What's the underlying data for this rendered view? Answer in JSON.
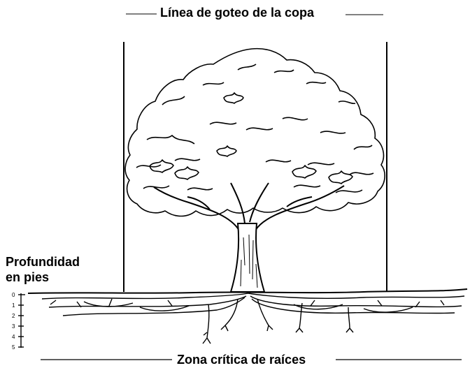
{
  "labels": {
    "drip_line": "Línea de goteo de la copa",
    "depth_line1": "Profundidad",
    "depth_line2": "en pies",
    "root_zone": "Zona crítica de raíces"
  },
  "depth_scale": [
    "0",
    "1",
    "2",
    "3",
    "4",
    "5"
  ],
  "colors": {
    "ink": "#000000",
    "background": "#ffffff"
  }
}
